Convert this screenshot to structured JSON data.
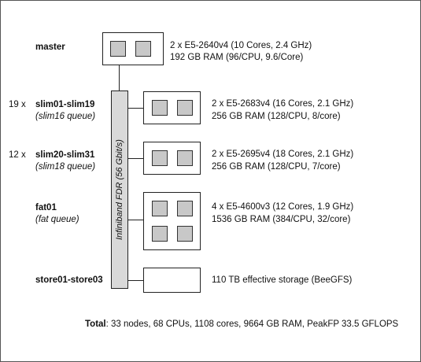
{
  "interconnect": "Infiniband FDR (56 Gbit/s)",
  "nodes": [
    {
      "name": "master",
      "count": "",
      "queue": "",
      "line1": "2 x E5-2640v4 (10 Cores, 2.4 GHz)",
      "line2": "192 GB RAM (96/CPU, 9.6/Core)"
    },
    {
      "name": "slim01-slim19",
      "count": "19 x",
      "queue": "(slim16 queue)",
      "line1": "2 x E5-2683v4 (16 Cores, 2.1 GHz)",
      "line2": "256 GB RAM (128/CPU, 8/core)"
    },
    {
      "name": "slim20-slim31",
      "count": "12 x",
      "queue": "(slim18 queue)",
      "line1": "2 x E5-2695v4 (18 Cores, 2.1 GHz)",
      "line2": "256 GB RAM (128/CPU, 7/core)"
    },
    {
      "name": "fat01",
      "count": "",
      "queue": "(fat queue)",
      "line1": "4 x E5-4600v3 (12 Cores, 1.9 GHz)",
      "line2": "1536 GB RAM (384/CPU, 32/core)"
    },
    {
      "name": "store01-store03",
      "count": "",
      "queue": "",
      "line1": "110 TB effective storage (BeeGFS)",
      "line2": ""
    }
  ],
  "total": {
    "label": "Total",
    "text": ": 33 nodes, 68 CPUs, 1108 cores, 9664 GB RAM, PeakFP 33.5 GFLOPS"
  },
  "colors": {
    "cpu_fill": "#c8c8c8",
    "bus_fill": "#d9d9d9",
    "line": "#222222"
  }
}
